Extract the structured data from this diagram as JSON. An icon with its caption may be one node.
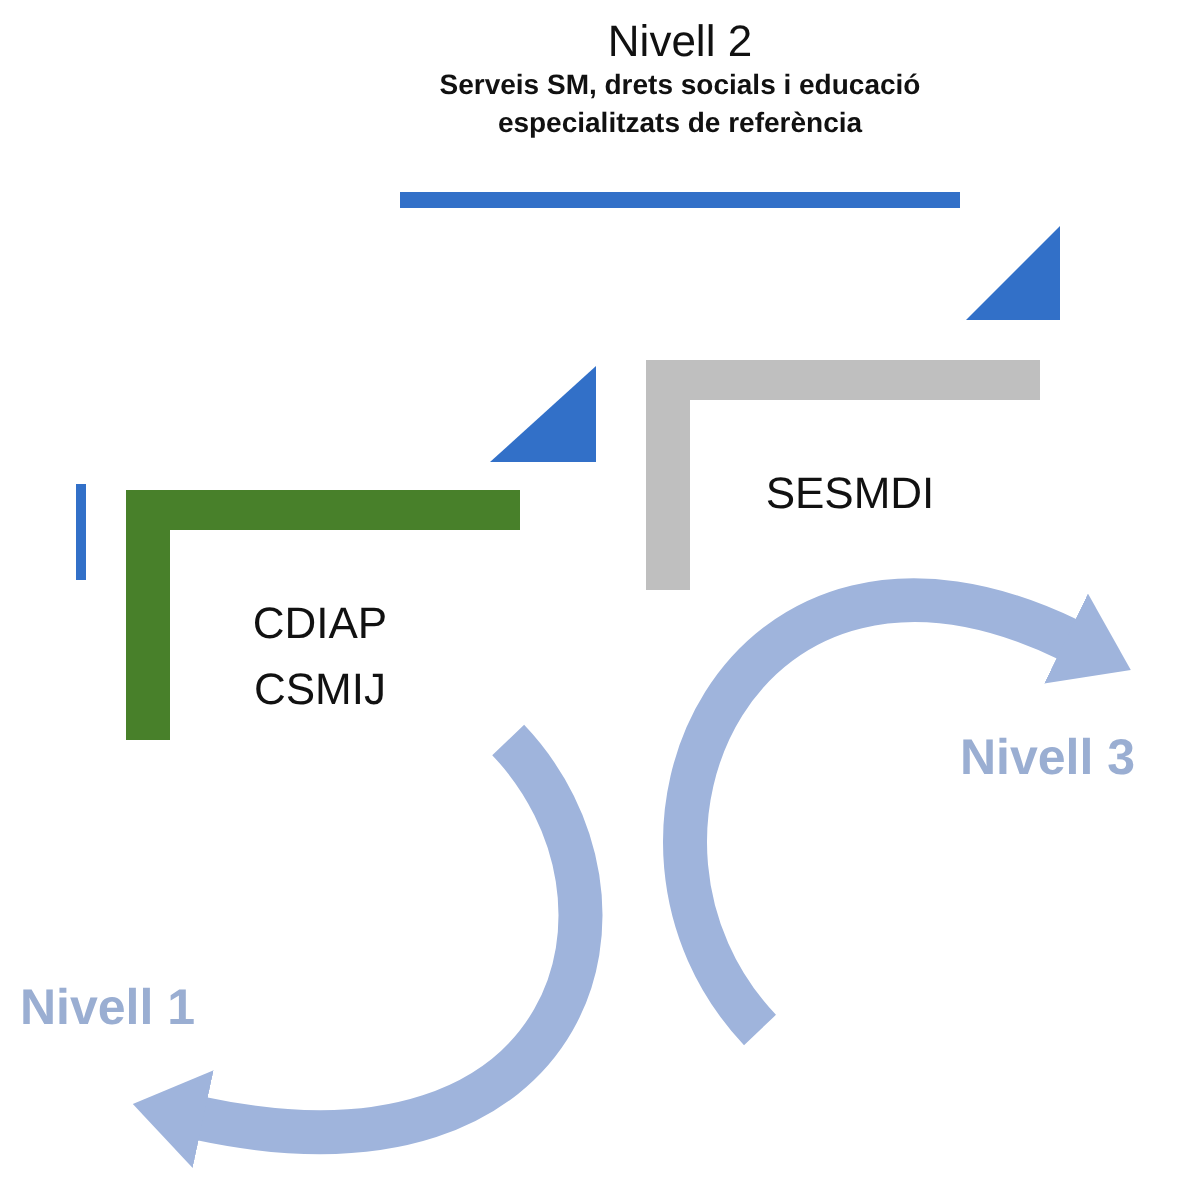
{
  "diagram": {
    "nodes": [
      {
        "text": [
          "Nivell 2",
          "Serveis SM, drets socials i educació especialitzats de referència"
        ]
      },
      {
        "text": [
          "SESMDI"
        ]
      },
      {
        "text": [
          "CDIAP CSMIJ"
        ]
      },
      {
        "text": [
          "Nivell 3"
        ]
      },
      {
        "text": [
          "Nivell 1"
        ]
      }
    ],
    "edges": [
      {
        "from": 2,
        "to": 4,
        "arrow": "to"
      },
      {
        "from": null,
        "to": 3,
        "arrow": "to"
      }
    ]
  }
}
